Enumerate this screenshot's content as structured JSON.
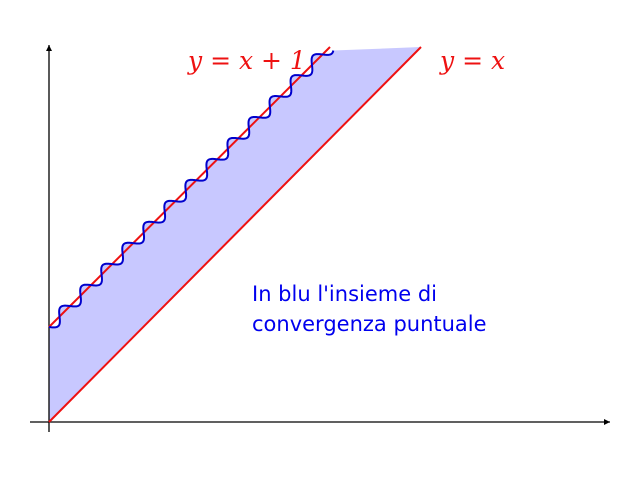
{
  "diagram": {
    "labels": {
      "upper_line": "y = x + 1",
      "lower_line": "y = x"
    },
    "note": {
      "line1": "In blu l'insieme di",
      "line2": "convergenza puntuale"
    },
    "colors": {
      "region_fill": "#c8c8ff",
      "boundary_lines": "#ee1111",
      "wavy_curve": "#0000cc",
      "note_text": "#0000ee",
      "axes": "#000000"
    }
  }
}
